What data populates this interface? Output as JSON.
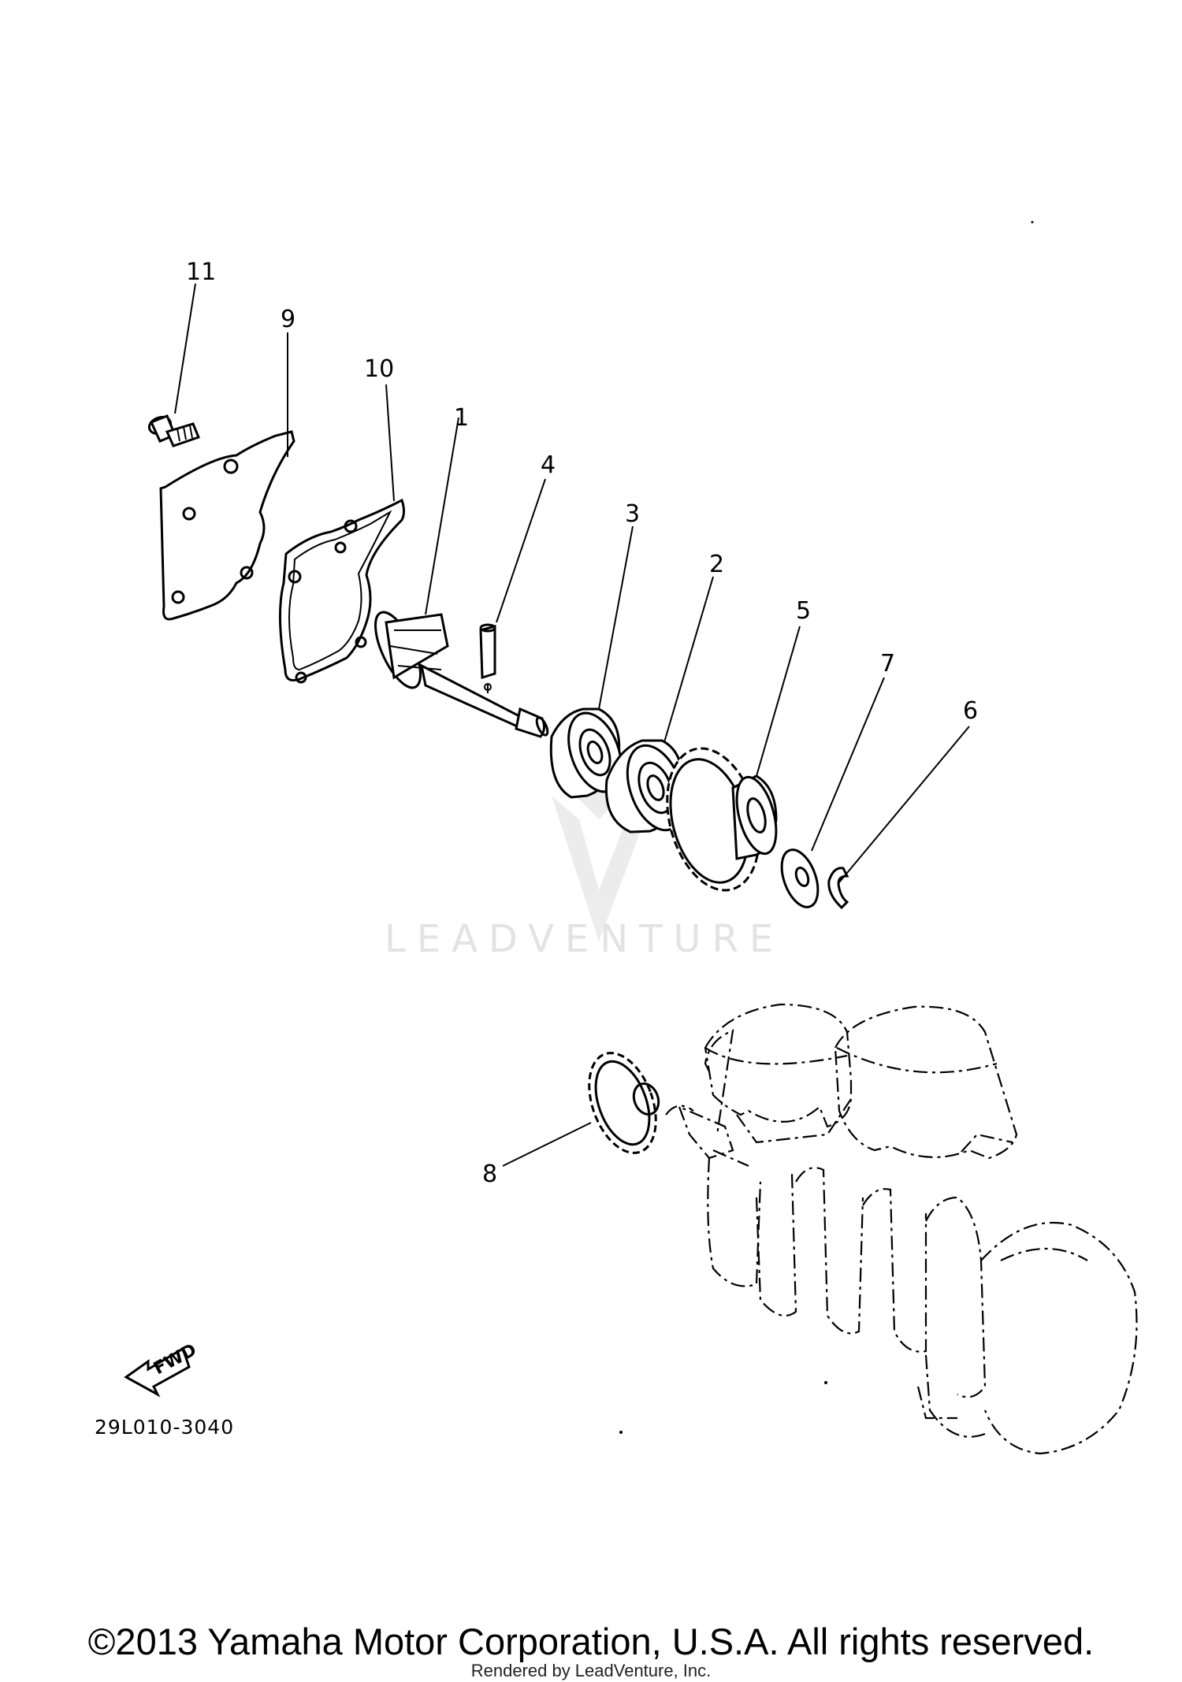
{
  "callouts": {
    "p1": "1",
    "p2": "2",
    "p3": "3",
    "p4": "4",
    "p5": "5",
    "p6": "6",
    "p7": "7",
    "p8": "8",
    "p9": "9",
    "p10": "10",
    "p11": "11"
  },
  "fwd_label": "FWD",
  "diagram_code": "29L010-3040",
  "watermark": "LEADVENTURE",
  "copyright": "©2013 Yamaha Motor Corporation, U.S.A. All rights reserved.",
  "rendered_by": "Rendered by LeadVenture, Inc."
}
